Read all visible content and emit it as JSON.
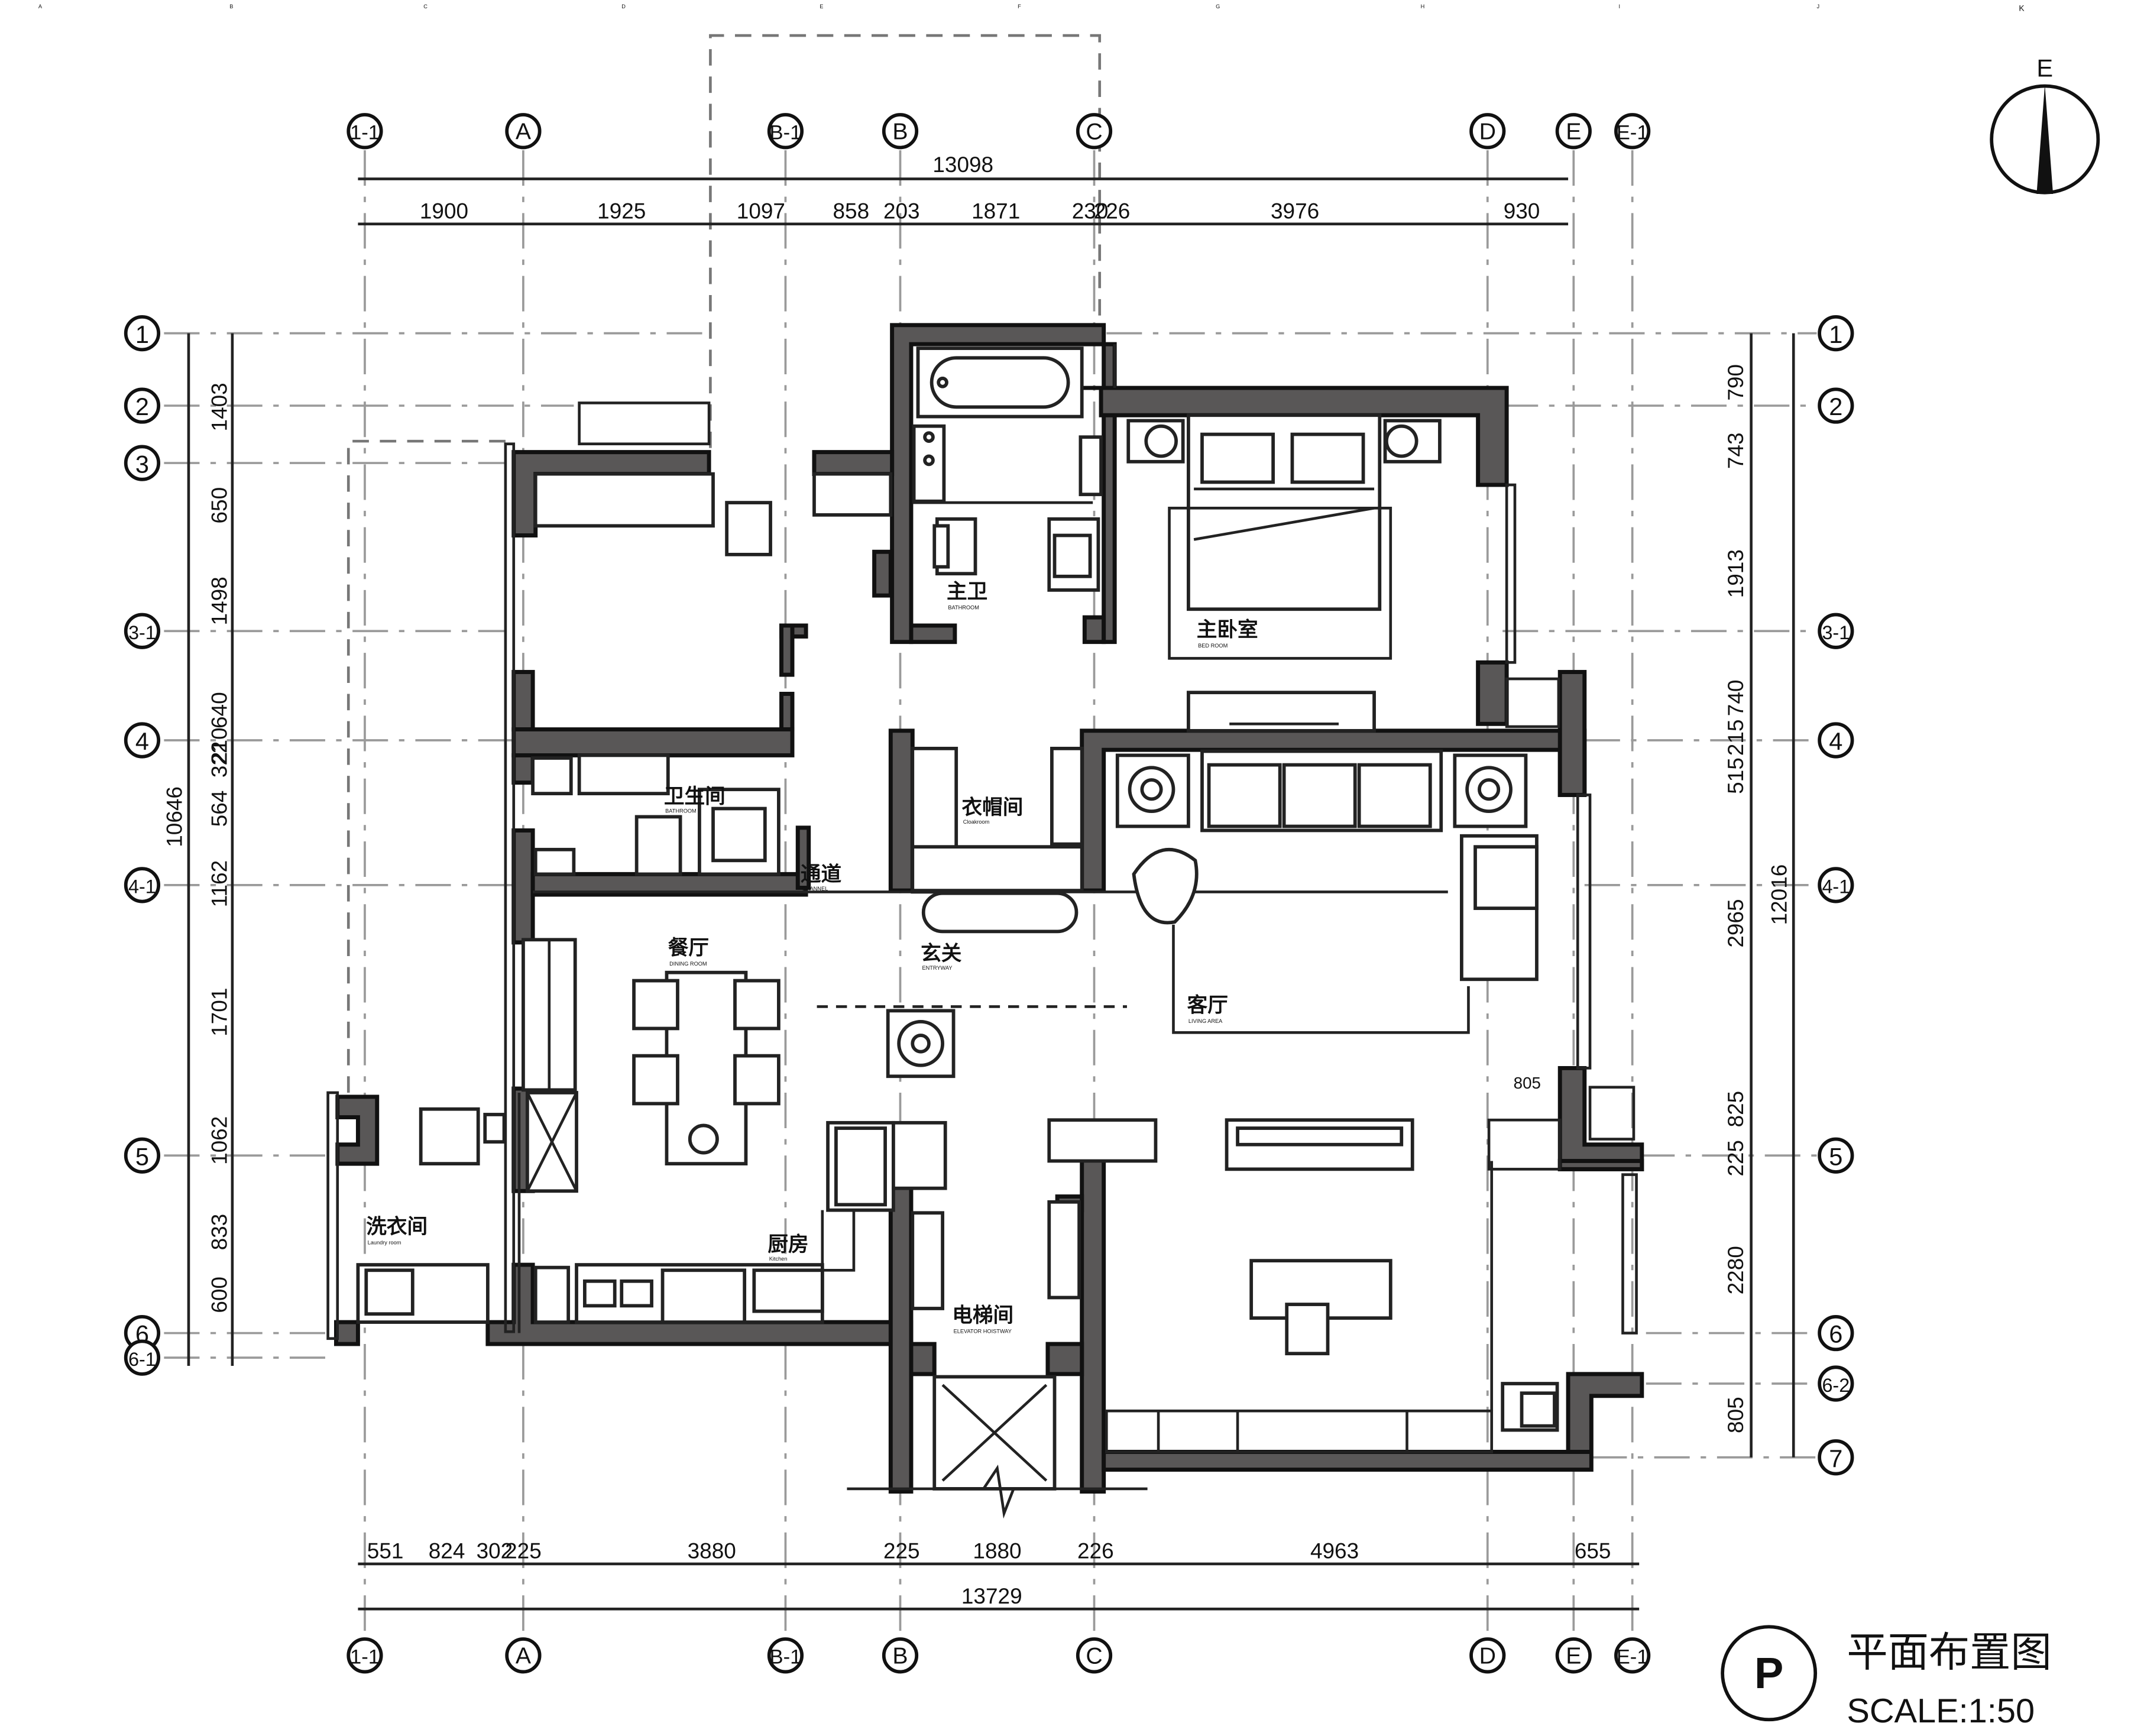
{
  "drawing": {
    "title": "平面布置图",
    "scale": "SCALE:1:50",
    "logo_letter": "P",
    "north_letter": "E"
  },
  "top_axes": [
    "1-1",
    "A",
    "B-1",
    "B",
    "C",
    "D",
    "E",
    "E-1"
  ],
  "bottom_axes": [
    "1-1",
    "A",
    "B-1",
    "B",
    "C",
    "D",
    "E",
    "E-1"
  ],
  "left_axes": [
    "1",
    "2",
    "3",
    "3-1",
    "4",
    "4-1",
    "5",
    "6",
    "6-1"
  ],
  "right_axes": [
    "1",
    "2",
    "3-1",
    "4",
    "4-1",
    "5",
    "6",
    "6-2",
    "7"
  ],
  "top_dims": {
    "overall": "13098",
    "row": [
      "1900",
      "1925",
      "1097",
      "858",
      "203",
      "1871",
      "230",
      "226",
      "3976",
      "930"
    ]
  },
  "bottom_dims": {
    "overall": "13729",
    "row": [
      "551",
      "824",
      "302",
      "225",
      "3880",
      "225",
      "1880",
      "226",
      "4963",
      "655"
    ]
  },
  "left_dims": {
    "overall": "10646",
    "row": [
      "1403",
      "650",
      "1498",
      "640",
      "210",
      "564",
      "322",
      "1162",
      "1701",
      "1062",
      "833",
      "600"
    ]
  },
  "right_dims": {
    "overall": "12016",
    "row": [
      "790",
      "743",
      "1913",
      "740",
      "215",
      "515",
      "2965",
      "825",
      "225",
      "2280",
      "805"
    ],
    "extra": "805"
  },
  "rooms": {
    "master_bath": {
      "cn": "主卫",
      "en": "BATHROOM"
    },
    "master_bed": {
      "cn": "主卧室",
      "en": "BED ROOM"
    },
    "bathroom": {
      "cn": "卫生间",
      "en": "BATHROOM"
    },
    "cloakroom": {
      "cn": "衣帽间",
      "en": "Cloakroom"
    },
    "channel": {
      "cn": "通道",
      "en": "CHANNEL"
    },
    "dining": {
      "cn": "餐厅",
      "en": "DINING ROOM"
    },
    "entry": {
      "cn": "玄关",
      "en": "ENTRYWAY"
    },
    "living": {
      "cn": "客厅",
      "en": "LIVING AREA"
    },
    "laundry": {
      "cn": "洗衣间",
      "en": "Laundry room"
    },
    "kitchen": {
      "cn": "厨房",
      "en": "Kitchen"
    },
    "elevator": {
      "cn": "电梯间",
      "en": "ELEVATOR HOISTWAY"
    }
  },
  "ruler_letters": [
    "A",
    "B",
    "C",
    "D",
    "E",
    "F",
    "G",
    "H",
    "I",
    "J",
    "K"
  ]
}
